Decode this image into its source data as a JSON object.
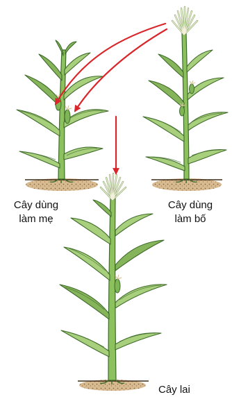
{
  "labels": {
    "mother": [
      "Cây dùng",
      "làm mẹ"
    ],
    "father": [
      "Cây dùng",
      "làm bố"
    ],
    "hybrid": "Cây lai"
  },
  "colors": {
    "arrow": "#d9262b",
    "leaf": "#a8cf7c",
    "leaf_dark": "#86b45a",
    "stem": "#8cc15e",
    "outline": "#3d6b2a",
    "soil": "#c8a57a",
    "tassel": "#f3f1dc",
    "silk": "#d8c79a"
  },
  "plants": [
    {
      "name": "plant-mother",
      "role": "mother"
    },
    {
      "name": "plant-father",
      "role": "father"
    },
    {
      "name": "plant-hybrid",
      "role": "hybrid"
    }
  ],
  "arrows": [
    {
      "name": "arrow-pollen-upper",
      "from": "father",
      "to": "mother"
    },
    {
      "name": "arrow-pollen-lower",
      "from": "father",
      "to": "mother"
    },
    {
      "name": "arrow-cross-down",
      "from": "mother",
      "to": "hybrid"
    }
  ]
}
